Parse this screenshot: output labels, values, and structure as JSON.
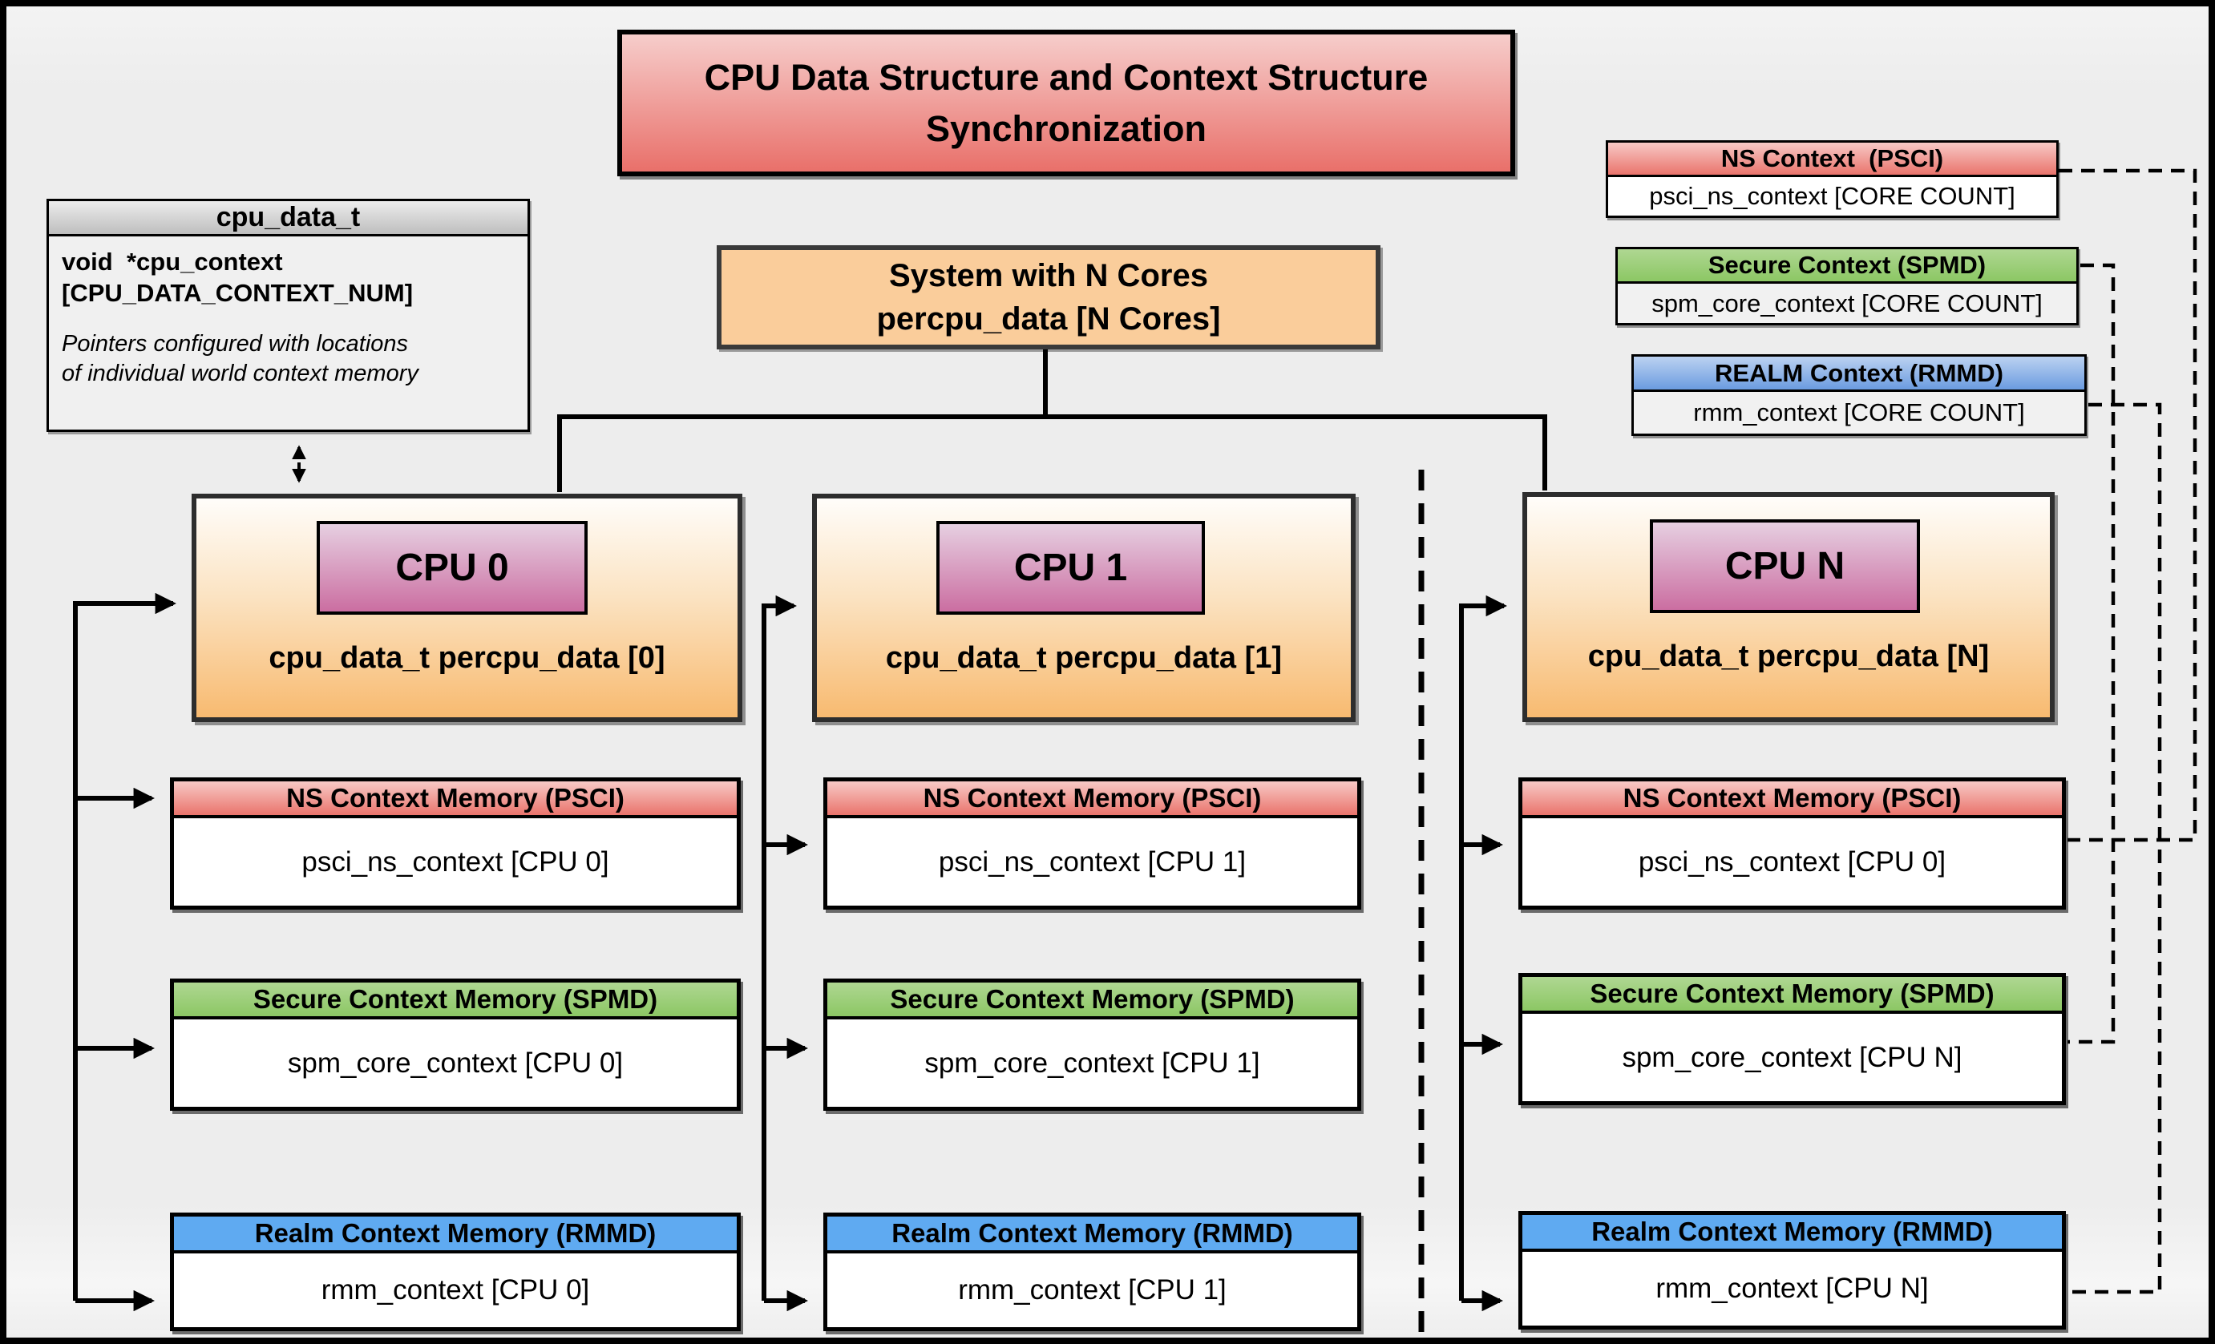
{
  "title": {
    "text": "CPU Data Structure and Context Structure Synchronization"
  },
  "struct_box": {
    "header": "cpu_data_t",
    "field_line1": "void  *cpu_context",
    "field_line2": "[CPU_DATA_CONTEXT_NUM]",
    "note_line1": "Pointers configured with locations",
    "note_line2": "of individual world context memory"
  },
  "system_box": {
    "line1": "System with N Cores",
    "line2": "percpu_data [N Cores]"
  },
  "legend": {
    "ns": {
      "header": "NS Context  (PSCI)",
      "body": "psci_ns_context [CORE COUNT]"
    },
    "secure": {
      "header": "Secure Context (SPMD)",
      "body": "spm_core_context [CORE COUNT]"
    },
    "realm": {
      "header": "REALM Context (RMMD)",
      "body": "rmm_context [CORE COUNT]"
    }
  },
  "memory_headers": {
    "ns": "NS Context Memory (PSCI)",
    "secure": "Secure Context Memory (SPMD)",
    "realm": "Realm Context Memory (RMMD)"
  },
  "cpus": [
    {
      "label": "CPU 0",
      "data_label": "cpu_data_t percpu_data [0]",
      "ns_body": "psci_ns_context [CPU 0]",
      "secure_body": "spm_core_context [CPU 0]",
      "realm_body": "rmm_context [CPU 0]"
    },
    {
      "label": "CPU 1",
      "data_label": "cpu_data_t percpu_data [1]",
      "ns_body": "psci_ns_context [CPU 1]",
      "secure_body": "spm_core_context [CPU 1]",
      "realm_body": "rmm_context [CPU 1]"
    },
    {
      "label": "CPU N",
      "data_label": "cpu_data_t percpu_data [N]",
      "ns_body": "psci_ns_context [CPU 0]",
      "secure_body": "spm_core_context [CPU N]",
      "realm_body": "rmm_context [CPU N]"
    }
  ],
  "colors": {
    "bg": "#EDEDED",
    "red-light": "#F7C9C6",
    "red-dark": "#EA746C",
    "green-light": "#AFD792",
    "green-dark": "#8CC764",
    "blue-flat": "#5FAAF1",
    "blue-legend-light": "#BCD2F1",
    "blue-legend-dark": "#6B9CE0",
    "orange-fill": "#FACD9B",
    "cpu-grad-top": "#FFFDFA",
    "cpu-grad-bottom": "#F8BA70",
    "pink-light": "#E6CFE1",
    "pink-dark": "#CB6EA1",
    "title-light": "#F6CDCB",
    "title-dark": "#E9706A",
    "gray-header-light": "#ECECEC",
    "gray-header-dark": "#BEBEBE",
    "line": "#000000"
  }
}
